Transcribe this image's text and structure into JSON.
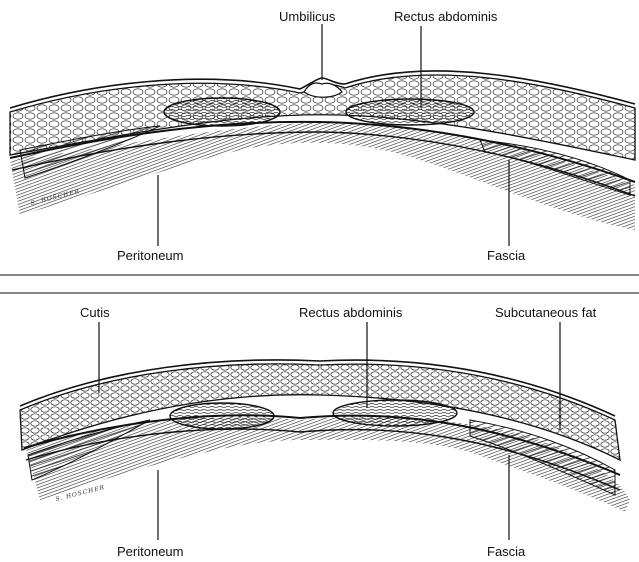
{
  "top_panel": {
    "labels": {
      "umbilicus": "Umbilicus",
      "rectus_abdominis": "Rectus abdominis",
      "peritoneum": "Peritoneum",
      "fascia": "Fascia"
    },
    "signature": "S. HOSCHER"
  },
  "bottom_panel": {
    "labels": {
      "cutis": "Cutis",
      "rectus_abdominis": "Rectus abdominis",
      "subcutaneous_fat": "Subcutaneous fat",
      "peritoneum": "Peritoneum",
      "fascia": "Fascia"
    },
    "signature": "S. HOSCHER"
  },
  "colors": {
    "ink": "#111111",
    "shade": "#2a2a2a",
    "background": "#ffffff"
  }
}
